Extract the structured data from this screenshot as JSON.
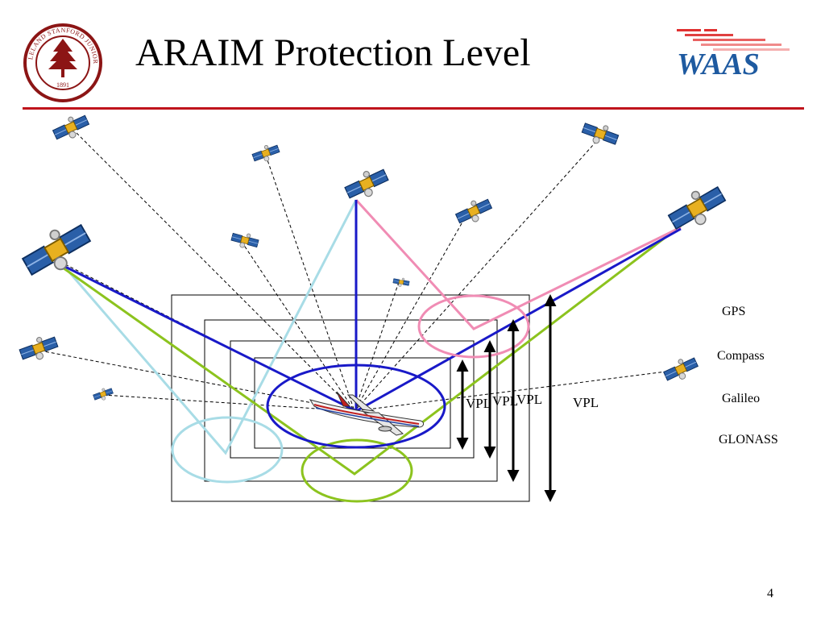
{
  "slide": {
    "title": "ARAIM Protection Level",
    "page_number": "4",
    "legend": [
      "GPS",
      "Compass",
      "Galileo",
      "GLONASS"
    ],
    "vpl_labels": [
      "VPL",
      "VPL",
      "VPL",
      "VPL"
    ],
    "seal": {
      "text": "LELAND STANFORD JUNIOR UNIVERSITY",
      "year": "1891"
    },
    "logo": {
      "text": "WAAS"
    }
  },
  "colors": {
    "gps": "#1919c8",
    "compass": "#f08cb4",
    "galileo": "#8cc31e",
    "glonass": "#a8dce6",
    "accent_rule": "#c0141c",
    "seal_red": "#8c1515",
    "logo_blue": "#1e5aa0"
  }
}
